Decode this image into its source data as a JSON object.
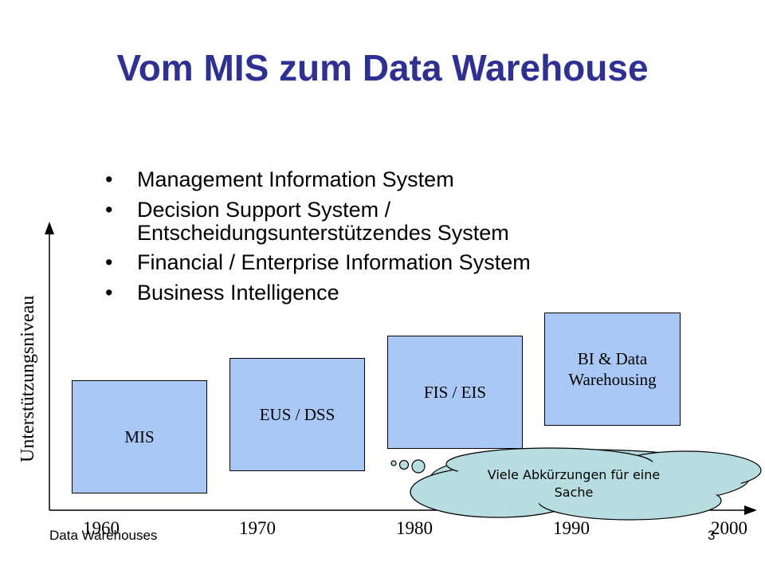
{
  "slide": {
    "title": "Vom MIS zum Data Warehouse",
    "bullets": [
      {
        "line1": "Management Information System",
        "line2": ""
      },
      {
        "line1": "Decision Support System /",
        "line2": "Entscheidungsunterstützendes System"
      },
      {
        "line1": "Financial / Enterprise Information System",
        "line2": ""
      },
      {
        "line1": "Business Intelligence",
        "line2": ""
      }
    ],
    "bullet_glyph": "•"
  },
  "diagram": {
    "y_axis_label": "Unterstützungsniveau",
    "boxes": [
      {
        "label_line1": "MIS",
        "label_line2": ""
      },
      {
        "label_line1": "EUS / DSS",
        "label_line2": ""
      },
      {
        "label_line1": "FIS / EIS",
        "label_line2": ""
      },
      {
        "label_line1": "BI & Data",
        "label_line2": "Warehousing"
      }
    ],
    "years": [
      "1960",
      "1970",
      "1980",
      "1990",
      "2000"
    ],
    "box_color": "#a9c8f5",
    "cloud_color": "#b8dde0",
    "cloud_text_line1": "Viele Abkürzungen für eine",
    "cloud_text_line2": "Sache"
  },
  "footer": {
    "left": "Data Warehouses",
    "page": "3"
  }
}
